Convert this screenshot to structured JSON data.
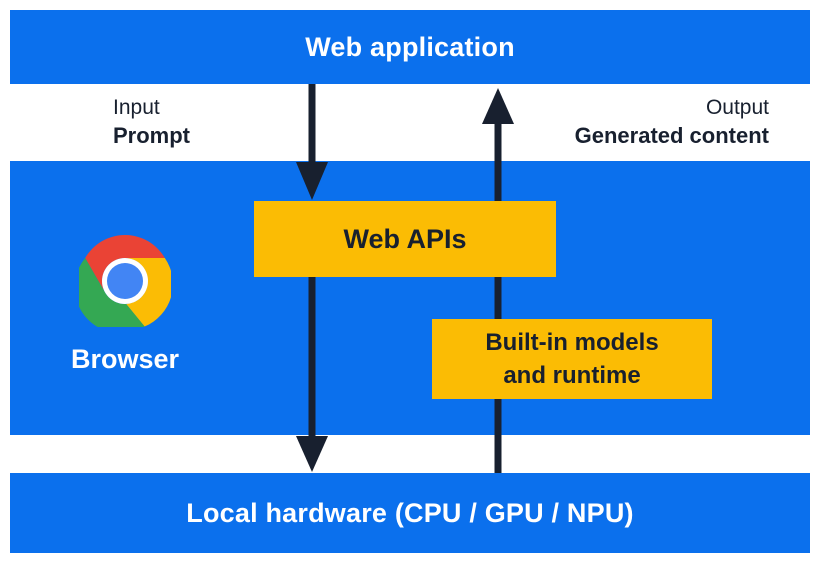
{
  "palette": {
    "layer_blue": "#0b70ed",
    "box_yellow": "#fbbc04",
    "ink_navy": "#18202f",
    "text_white": "#ffffff",
    "chrome_red": "#ea4335",
    "chrome_yellow": "#fbbc05",
    "chrome_green": "#34a853",
    "chrome_blue": "#4285f4"
  },
  "layers": {
    "web_application": {
      "label": "Web application"
    },
    "browser": {
      "label": "Browser"
    },
    "local_hardware": {
      "label": "Local hardware (CPU / GPU / NPU)"
    }
  },
  "flows": {
    "input": {
      "label": "Input",
      "sublabel": "Prompt",
      "direction": "down"
    },
    "output": {
      "label": "Output",
      "sublabel": "Generated content",
      "direction": "up"
    }
  },
  "boxes": {
    "web_apis": {
      "label": "Web APIs"
    },
    "builtin_models": {
      "line1": "Built-in models",
      "line2": "and runtime"
    }
  },
  "icons": {
    "chrome_logo": "chrome-browser-logo"
  }
}
